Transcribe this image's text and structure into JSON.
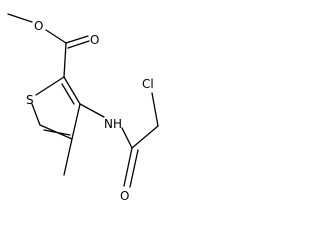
{
  "molecule": {
    "atoms": {
      "o_methoxy": "O",
      "o_carbonyl_ester": "O",
      "s_ring": "S",
      "nh": "NH",
      "cl": "Cl",
      "o_carbonyl_amide": "O"
    }
  }
}
